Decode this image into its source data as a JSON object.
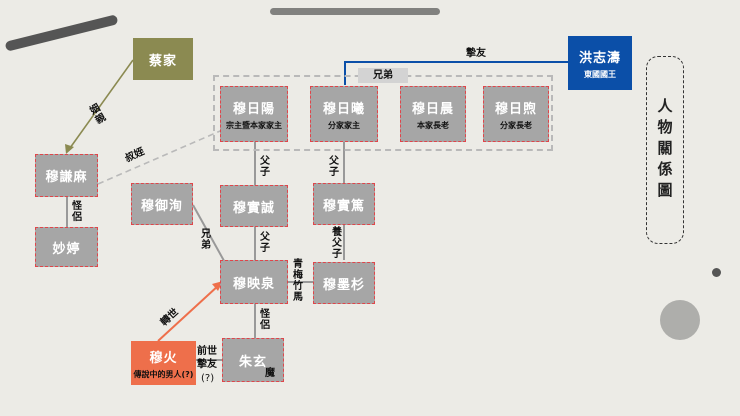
{
  "title": "人物關係圖",
  "colors": {
    "node": "#a6a6a6",
    "dashed_border": "#e0454a",
    "olive": "#8b8a51",
    "blue": "#0b4fa8",
    "orange": "#ee6f4b",
    "line": "#9a9a9a"
  },
  "nodes": {
    "cai_jia": {
      "name": "蔡家"
    },
    "hong_zhitao": {
      "name": "洪志濤",
      "role": "東國國王"
    },
    "mu_riyang": {
      "name": "穆日陽",
      "role": "宗主暨本家家主"
    },
    "mu_rixi": {
      "name": "穆日曦",
      "role": "分家家主"
    },
    "mu_richen": {
      "name": "穆日晨",
      "role": "本家長老"
    },
    "mu_rixu": {
      "name": "穆日煦",
      "role": "分家長老"
    },
    "mu_qianma": {
      "name": "穆謙麻"
    },
    "miao_ting": {
      "name": "妙婷"
    },
    "mu_yujiong": {
      "name": "穆御洵"
    },
    "mu_shicheng": {
      "name": "穆實誠"
    },
    "mu_shidu": {
      "name": "穆實篤"
    },
    "mu_yingquan": {
      "name": "穆映泉"
    },
    "mu_moshan": {
      "name": "穆墨杉"
    },
    "mu_huo": {
      "name": "穆火",
      "role": "傳說中的男人(?)"
    },
    "zhu_xuan": {
      "name": "朱玄",
      "tag": "魔"
    }
  },
  "relations": {
    "brothers": "兄弟",
    "close_friend": "摯友",
    "in_law": "姻親",
    "uncle_nephew": "叔姪",
    "couple_1": "怪侶",
    "couple_2": "怪侶",
    "father_son_1": "父子",
    "father_son_2": "父子",
    "father_son_3": "父子",
    "adoptive": "養父子",
    "brothers_2": "兄弟",
    "childhood": "青梅竹馬",
    "reincarnation": "轉世",
    "past_life": "前世",
    "past_friend": "摯友",
    "question": "(?)"
  }
}
